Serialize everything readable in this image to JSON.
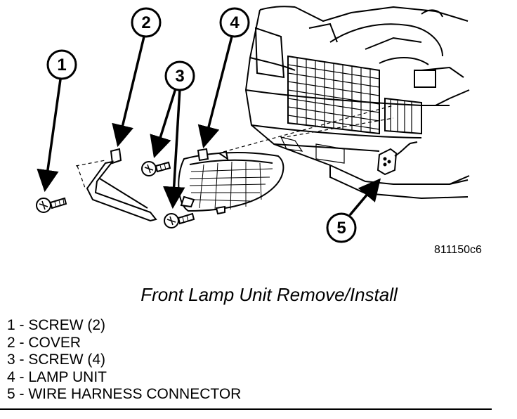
{
  "figure_id": "811150c6",
  "caption": "Front Lamp Unit Remove/Install",
  "callouts": [
    "1",
    "2",
    "3",
    "4",
    "5"
  ],
  "legend": [
    {
      "num": "1",
      "text": "SCREW (2)"
    },
    {
      "num": "2",
      "text": "COVER"
    },
    {
      "num": "3",
      "text": "SCREW (4)"
    },
    {
      "num": "4",
      "text": "LAMP UNIT"
    },
    {
      "num": "5",
      "text": "WIRE HARNESS CONNECTOR"
    }
  ]
}
